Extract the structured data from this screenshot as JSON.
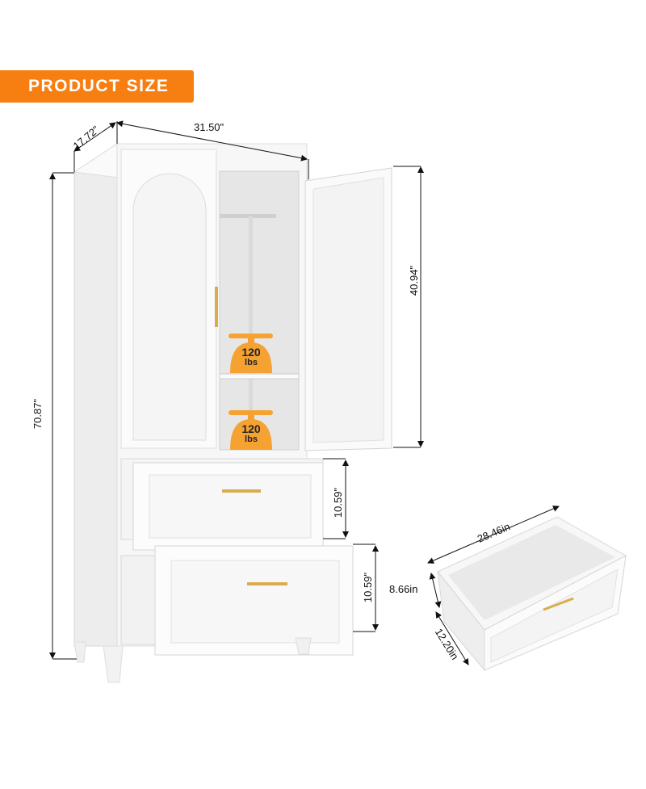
{
  "banner": {
    "label": "PRODUCT SIZE",
    "color": "#f77f12"
  },
  "dimensions": {
    "depth": "17.72\"",
    "width": "31.50\"",
    "total_height": "70.87\"",
    "upper_cabinet_height": "40.94\"",
    "drawer_upper_height": "10.59\"",
    "drawer_lower_height": "10.59\""
  },
  "load_badges": [
    {
      "value": "120",
      "unit": "lbs"
    },
    {
      "value": "120",
      "unit": "lbs"
    }
  ],
  "drawer_detail": {
    "length": "28.46in",
    "height": "8.66in",
    "depth": "12.20in"
  },
  "colors": {
    "badge": "#f5a232",
    "handle": "#d9ad4e",
    "cabinet": "#f6f6f6"
  }
}
